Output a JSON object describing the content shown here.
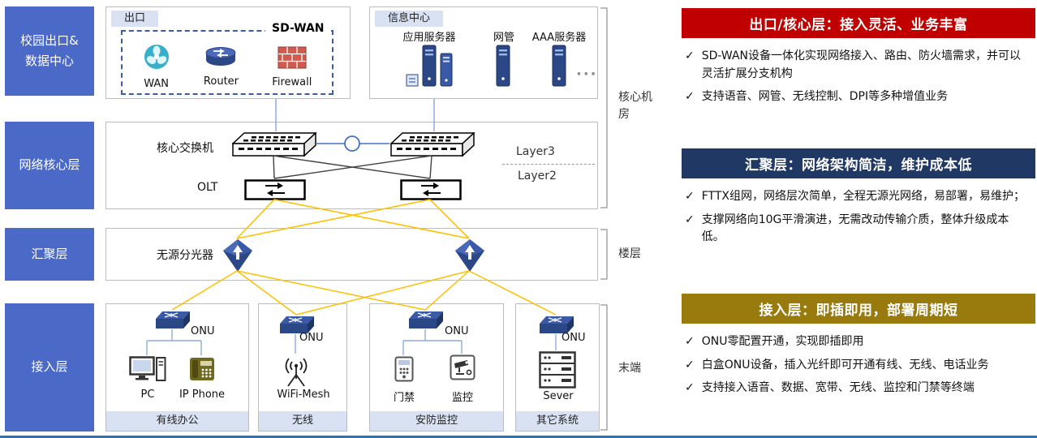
{
  "colors": {
    "sidebar_blue": "#4b69c6",
    "tab_blue": "#d9e2f3",
    "panel_red": "#c00000",
    "panel_navy": "#1f3864",
    "panel_gold": "#997a0d",
    "line_blue": "#8faadc",
    "line_orange": "#ffc000"
  },
  "sidebar": {
    "items": [
      {
        "label": "校园出口&数据中心"
      },
      {
        "label": "网络核心层"
      },
      {
        "label": "汇聚层"
      },
      {
        "label": "接入层"
      }
    ]
  },
  "diagram": {
    "exit": {
      "tab": "出口",
      "sdwan": "SD-WAN",
      "devices": [
        {
          "label": "WAN"
        },
        {
          "label": "Router"
        },
        {
          "label": "Firewall"
        }
      ]
    },
    "info_center": {
      "tab": "信息中心",
      "servers": [
        {
          "label": "应用服务器"
        },
        {
          "label": "网管"
        },
        {
          "label": "AAA服务器"
        }
      ],
      "ellipsis": "···"
    },
    "core": {
      "switch_label": "核心交换机",
      "olt_label": "OLT",
      "layer3": "Layer3",
      "layer2": "Layer2"
    },
    "aggregation": {
      "splitter_label": "无源分光器"
    },
    "access_groups": [
      {
        "title": "有线办公",
        "onu_label": "ONU",
        "devices": [
          {
            "label": "PC"
          },
          {
            "label": "IP Phone"
          }
        ]
      },
      {
        "title": "无线",
        "onu_label": "ONU",
        "devices": [
          {
            "label": "WiFi-Mesh"
          }
        ]
      },
      {
        "title": "安防监控",
        "onu_label": "ONU",
        "devices": [
          {
            "label": "门禁"
          },
          {
            "label": "监控"
          }
        ]
      },
      {
        "title": "其它系统",
        "onu_label": "ONU",
        "devices": [
          {
            "label": "Sever"
          }
        ]
      }
    ],
    "zone_labels": [
      {
        "label": "核心机房"
      },
      {
        "label": "楼层"
      },
      {
        "label": "末端"
      }
    ]
  },
  "panels": {
    "check_glyph": "✓",
    "cards": [
      {
        "title": "出口/核心层：接入灵活、业务丰富",
        "bullets": [
          "SD-WAN设备一体化实现网络接入、路由、防火墙需求，并可以灵活扩展分支机构",
          "支持语音、网管、无线控制、DPI等多种增值业务"
        ]
      },
      {
        "title": "汇聚层：网络架构简洁，维护成本低",
        "bullets": [
          "FTTX组网，网络层次简单，全程无源光网络，易部署，易维护；",
          "支撑网络向10G平滑演进，无需改动传输介质，整体升级成本低。"
        ]
      },
      {
        "title": "接入层：即插即用，部署周期短",
        "bullets": [
          "ONU零配置开通，实现即插即用",
          "白盒ONU设备，插入光纤即可开通有线、无线、电话业务",
          "支持接入语音、数据、宽带、无线、监控和门禁等终端"
        ]
      }
    ]
  }
}
